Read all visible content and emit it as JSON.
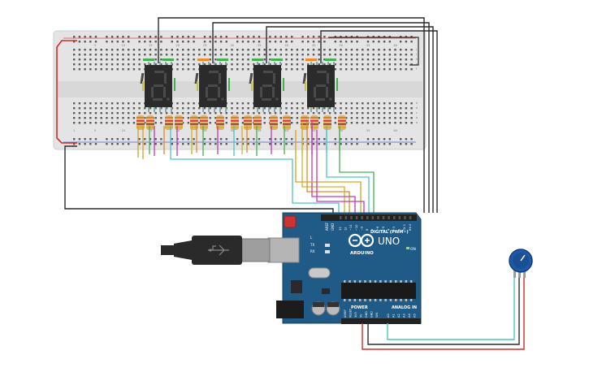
{
  "breadboard": {
    "top_numbers": [
      "5",
      "10",
      "15",
      "20",
      "25",
      "30",
      "35",
      "40",
      "45",
      "50",
      "55",
      "60"
    ],
    "bottom_numbers": [
      "1",
      "5",
      "10",
      "15",
      "20",
      "25",
      "30",
      "35",
      "40",
      "45",
      "50",
      "55",
      "60"
    ],
    "row_letters_right": [
      "j",
      "i",
      "h",
      "g",
      "f",
      "e",
      "d",
      "c",
      "b",
      "a"
    ]
  },
  "arduino": {
    "logo": "UNO",
    "brand": "ARDUINO",
    "digital_label": "DIGITAL (PWM~)",
    "power_label": "POWER",
    "analog_label": "ANALOG IN",
    "on_label": "ON",
    "tx_label": "TX",
    "rx_label": "RX",
    "l_label": "L",
    "aref_label": "AREF",
    "gnd_label": "GND",
    "digital_pins": [
      "13",
      "12",
      "~11",
      "~10",
      "~9",
      "8",
      "7",
      "~6",
      "~5",
      "4",
      "~3",
      "2",
      "TX 1",
      "RX 0"
    ],
    "power_pins": [
      "IOREF",
      "RESET",
      "3V3",
      "5V",
      "GND",
      "GND",
      "VIN"
    ],
    "analog_pins": [
      "A0",
      "A1",
      "A2",
      "A3",
      "A4",
      "A5"
    ]
  },
  "colors": {
    "breadboard": "#e4e4e4",
    "arduino_board": "#1f5b86",
    "display_body": "#2b2b2b",
    "wire_black": "#2a2a2a",
    "wire_red": "#d42a2a",
    "wire_cyan": "#4dc4c4",
    "pot_knob": "#1e5aa8"
  },
  "icons": {
    "usb_cable": "usb-plug-icon",
    "potentiometer": "potentiometer-icon"
  }
}
